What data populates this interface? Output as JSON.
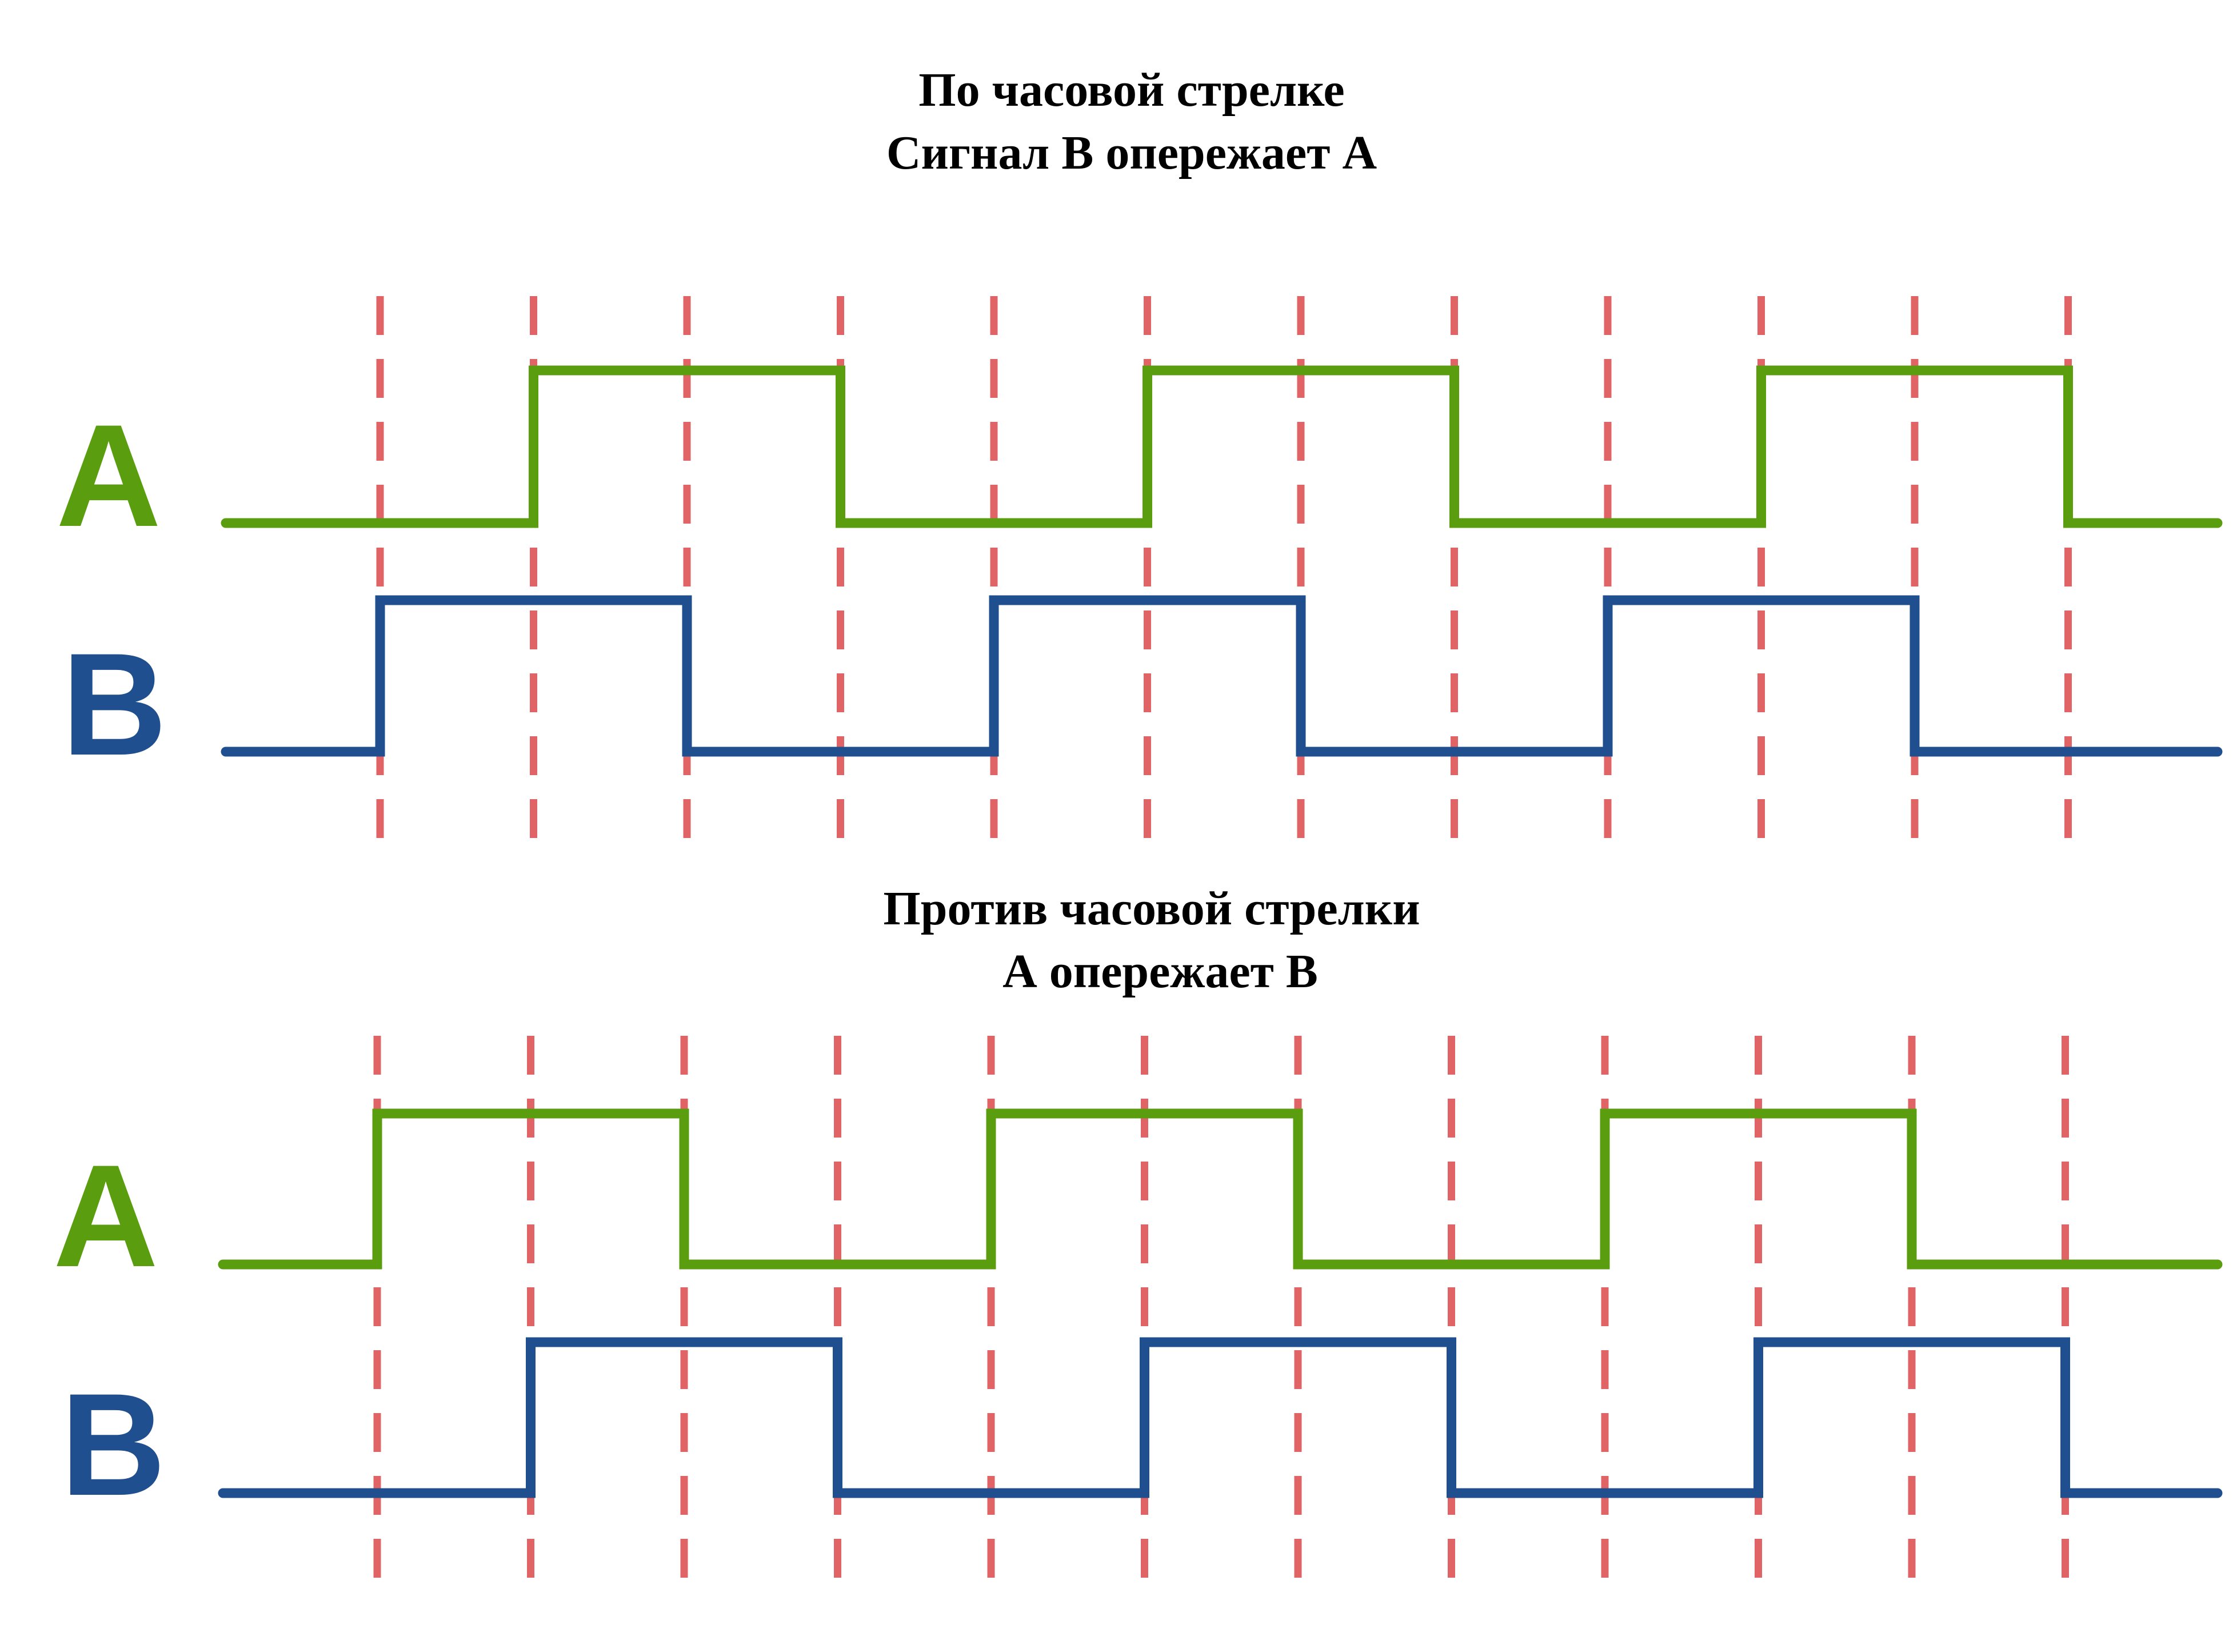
{
  "colors": {
    "signal_a": "#5a9e0f",
    "signal_b": "#1f4f8e",
    "marker": "#e06366",
    "background": "#ffffff"
  },
  "diagrams": [
    {
      "title_line1": "По часовой стрелке",
      "title_line2": "Сигнал В опережает А",
      "signals": [
        {
          "label": "A",
          "color_key": "signal_a",
          "levels": [
            0,
            0,
            1,
            1,
            0,
            0,
            1,
            1,
            0,
            0,
            1,
            1,
            0
          ]
        },
        {
          "label": "B",
          "color_key": "signal_b",
          "levels": [
            0,
            1,
            1,
            0,
            0,
            1,
            1,
            0,
            0,
            1,
            1,
            0,
            0
          ]
        }
      ]
    },
    {
      "title_line1": "Против часовой стрелки",
      "title_line2": "А опережает В",
      "signals": [
        {
          "label": "A",
          "color_key": "signal_a",
          "levels": [
            0,
            1,
            1,
            0,
            0,
            1,
            1,
            0,
            0,
            1,
            1,
            0,
            0
          ]
        },
        {
          "label": "B",
          "color_key": "signal_b",
          "levels": [
            0,
            0,
            1,
            1,
            0,
            0,
            1,
            1,
            0,
            0,
            1,
            1,
            0
          ]
        }
      ]
    }
  ],
  "marker_count": 12
}
